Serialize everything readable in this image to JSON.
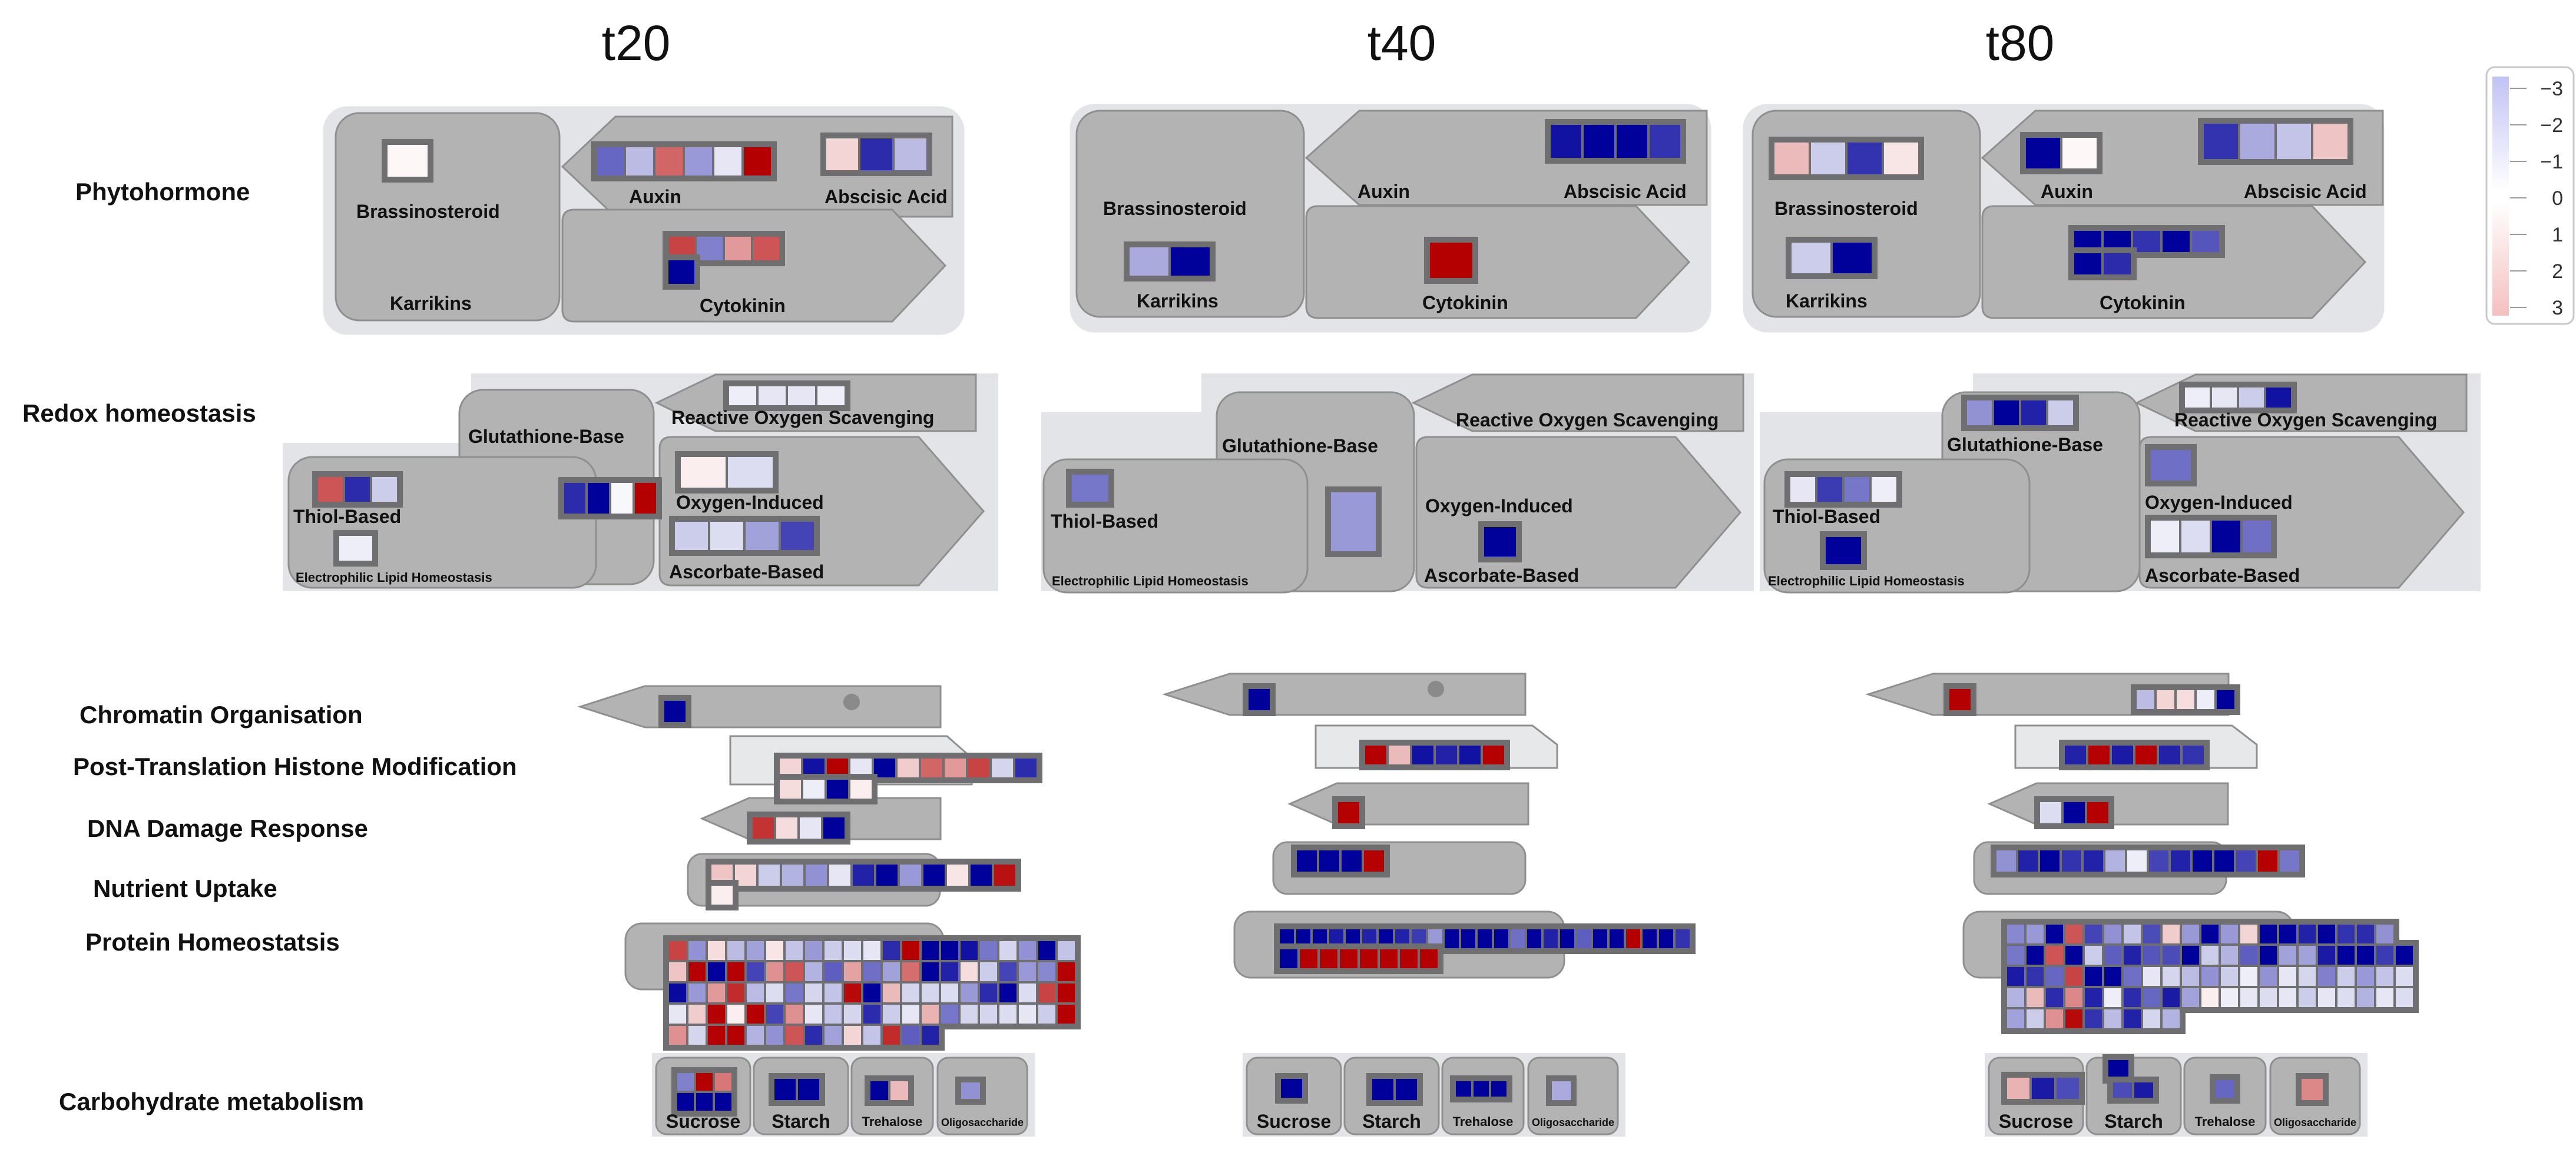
{
  "colors": {
    "panel_bg": "#e3e4e7",
    "shape": "#b3b3b4",
    "shape_stroke": "#8f8f90",
    "light_shape": "#e7e8ea",
    "cell_border": "#6f6f72",
    "dot": "#8a8a8a",
    "label": "#111111"
  },
  "timepoints": [
    "t20",
    "t40",
    "t80"
  ],
  "row_labels": {
    "phytohormone": "Phytohormone",
    "redox": "Redox homeostasis",
    "chromatin": "Chromatin Organisation",
    "ptm": "Post-Translation Histone Modification",
    "dna": "DNA Damage Response",
    "nutrient": "Nutrient Uptake",
    "protein": "Protein Homeostatsis",
    "carb": "Carbohydrate metabolism"
  },
  "sublabels": {
    "brassinosteroid": "Brassinosteroid",
    "karrikins": "Karrikins",
    "auxin": "Auxin",
    "abscisic": "Abscisic Acid",
    "cytokinin": "Cytokinin",
    "ros": "Reactive Oxygen Scavenging",
    "glutathione": "Glutathione-Base",
    "thiol": "Thiol-Based",
    "oxygen": "Oxygen-Induced",
    "ascorbate": "Ascorbate-Based",
    "lipid": "Electrophilic Lipid Homeostasis",
    "sucrose": "Sucrose",
    "starch": "Starch",
    "trehalose": "Trehalose",
    "oligo": "Oligosaccharide"
  },
  "legend": {
    "ticks": [
      "−3",
      "−2",
      "−1",
      "0",
      "1",
      "2",
      "3"
    ],
    "values": [
      -3,
      3
    ]
  },
  "cells": {
    "t20": {
      "brass": [
        0.1
      ],
      "auxin": [
        -1.8,
        -0.8,
        1.8,
        -1.2,
        -0.3,
        3
      ],
      "aba": [
        0.5,
        -2.5,
        -0.8
      ],
      "cyto1": [
        2.2,
        -1.5,
        1.2,
        2
      ],
      "cyto2": [
        -3
      ],
      "ros": [
        -0.2,
        -0.3,
        -0.3,
        -0.2
      ],
      "glut": [
        -2.5,
        -3,
        -0.1,
        3
      ],
      "thiol": [
        2,
        -2.5,
        -0.6
      ],
      "lipid": [
        -0.2
      ],
      "oxygen": [
        0.2,
        -0.4
      ],
      "asc": [
        -0.6,
        -0.4,
        -1.1,
        -2.2
      ],
      "chrom": [
        -3
      ],
      "ptm1": [
        0.5,
        -2.8,
        3,
        -0.3,
        -3,
        0.6,
        1.8,
        1.2,
        2.2,
        -0.5,
        -2.5
      ],
      "ptm2": [
        0.4,
        -0.2,
        -3,
        0.2
      ],
      "dna": [
        2.4,
        0.4,
        -0.3,
        -3
      ],
      "nutr1": [
        0.7,
        0.5,
        -0.6,
        -0.9,
        -1.3,
        -0.3,
        -2.6,
        -3,
        -1.2,
        -3,
        0.3,
        -3,
        2.8
      ],
      "nutr2": [
        0.2
      ],
      "prot": [
        [
          2.2,
          -1.3,
          0.4,
          -0.8,
          -1.1,
          0.3,
          -0.7,
          -1.2,
          -0.6,
          -0.4,
          -0.3,
          -2.5,
          3,
          -3,
          -3,
          -2.8,
          -1.6,
          -0.5,
          -1.3,
          -3,
          -0.7
        ],
        [
          0.7,
          3,
          -3,
          3,
          -2.2,
          1.3,
          2,
          -0.9,
          -1.9,
          1.1,
          -1.7,
          -1.1,
          1.7,
          -3,
          -2.6,
          0.4,
          -0.6,
          -2.2,
          -1.2,
          -1.4,
          3
        ],
        [
          -2.9,
          -1.2,
          1.2,
          2.5,
          -0.8,
          -0.4,
          -1.6,
          -0.5,
          -0.7,
          2.9,
          -3,
          0.8,
          -0.5,
          -0.5,
          -0.4,
          -1.2,
          -2.5,
          -3,
          -0.4,
          2.2,
          3
        ],
        [
          -0.3,
          0.6,
          3,
          0.2,
          3,
          -2.2,
          1.3,
          -0.3,
          -0.7,
          -0.5,
          -2.5,
          -0.6,
          -0.3,
          0.9,
          -1.6,
          -0.5,
          -0.5,
          -0.4,
          -0.3,
          -0.6,
          3
        ],
        [
          1.3,
          -0.5,
          3,
          3,
          -0.9,
          -1.3,
          2,
          -2.5,
          -1.1,
          0.5,
          -0.7,
          2.5,
          -1.9,
          -2.6
        ]
      ],
      "sucrose": [
        [
          -1.5,
          3,
          1.6
        ],
        [
          -3,
          -3,
          -3
        ]
      ],
      "starch": [
        -3,
        -3
      ],
      "treh": [
        -3,
        0.8
      ],
      "oligo": [
        -1.3
      ]
    },
    "t40": {
      "aba": [
        -2.8,
        -3,
        -3,
        -2.4
      ],
      "karr": [
        -1,
        -3
      ],
      "cyto": [
        3
      ],
      "thiol": [
        -1.6
      ],
      "glut": [
        -1.2
      ],
      "oxygen": [
        -3
      ],
      "chrom": [
        -3
      ],
      "ptm": [
        3,
        0.8,
        -2.8,
        -2.6,
        -2.8,
        3
      ],
      "dna": [
        3
      ],
      "nutr": [
        -3,
        -3,
        -3,
        3
      ],
      "prot1": [
        -3,
        -3,
        -3,
        -2.7,
        -3,
        -2.6,
        -3,
        -2.6,
        -2.3,
        -1.2,
        -3,
        -3,
        -3,
        -3,
        -1.7,
        -3,
        -2.6,
        -3,
        -1.9,
        -3,
        -3,
        3,
        -3,
        -3,
        -2.4
      ],
      "prot2": [
        -3,
        3,
        3,
        3,
        3,
        3,
        3,
        3
      ]
    },
    "t80": {
      "brass1": [
        0.8,
        -0.6,
        -2.4,
        0.3
      ],
      "brass2": [],
      "karr": [
        -0.6,
        -3
      ],
      "auxin": [
        -3,
        0.1
      ],
      "aba": [
        -2.4,
        -1,
        -0.7,
        0.7
      ],
      "cyto1": [
        -3,
        -3,
        -2.4,
        -3,
        -2
      ],
      "cyto2": [
        -3,
        -2.5
      ],
      "glut": [
        -1.3,
        -3,
        -2.6,
        -0.6
      ],
      "ros": [
        -0.2,
        -0.3,
        -0.6,
        -2.8
      ],
      "thiol": [
        -0.3,
        -2.3,
        -1.6,
        -0.2
      ],
      "lipid": [
        -3
      ],
      "oxygen": [
        -1.7
      ],
      "asc": [
        -0.2,
        -0.4,
        -3,
        -1.7
      ],
      "chrom": [
        3
      ],
      "chrom2": [
        -0.8,
        0.5,
        0.4,
        -0.2,
        -3
      ],
      "ptm": [
        -2.6,
        3,
        -2.7,
        3,
        -2.6,
        -2.4
      ],
      "dna": [
        -0.4,
        -3,
        3
      ],
      "nutr": [
        -1.3,
        -2.6,
        -3,
        -2.4,
        -2.6,
        -0.9,
        -0.2,
        -2.2,
        -2.6,
        -3,
        -3,
        -2.2,
        3,
        -1.6
      ],
      "prot": [
        [
          -1.4,
          -1.2,
          -3,
          2,
          -2.2,
          -1.3,
          -0.7,
          -2.1,
          0.6,
          -1.2,
          -3,
          -1.2,
          0.5,
          -3,
          -3,
          -2.6,
          -3,
          -2.4,
          -2.5,
          -1.3
        ],
        [
          -1.6,
          -3,
          2,
          -3,
          -0.6,
          -1.9,
          -2.6,
          -2,
          -2.1,
          -3,
          -0.6,
          -0.9,
          -1.9,
          -3,
          -1.1,
          -1.1,
          -2.7,
          -3,
          -3,
          -2.3,
          -3
        ],
        [
          -2.7,
          -2.4,
          -1.8,
          2.2,
          -3,
          -3,
          -1.7,
          -0.3,
          -0.5,
          -0.8,
          -1.3,
          -0.6,
          -0.2,
          -1.3,
          -0.3,
          -0.5,
          -1.5,
          -0.6,
          -1.2,
          -0.7,
          -0.4
        ],
        [
          -0.9,
          0.8,
          -2.5,
          1.4,
          -2.6,
          -0.2,
          -2.5,
          -1.8,
          -2.7,
          -1.1,
          0.2,
          -0.2,
          -0.3,
          -0.4,
          -0.3,
          -0.6,
          -0.3,
          -0.4,
          -0.9,
          -0.3,
          -0.4
        ],
        [
          -1.1,
          -0.6,
          1.3,
          2.9,
          -2.4,
          -0.8,
          -2.6,
          -0.5,
          -0.9
        ]
      ],
      "sucrose": [
        0.9,
        -2.7,
        -2.1
      ],
      "starch1": [
        -3
      ],
      "starch2": [
        -2.1,
        -2.7
      ],
      "treh": [
        -1.8
      ],
      "oligo": [
        1.4
      ]
    }
  }
}
